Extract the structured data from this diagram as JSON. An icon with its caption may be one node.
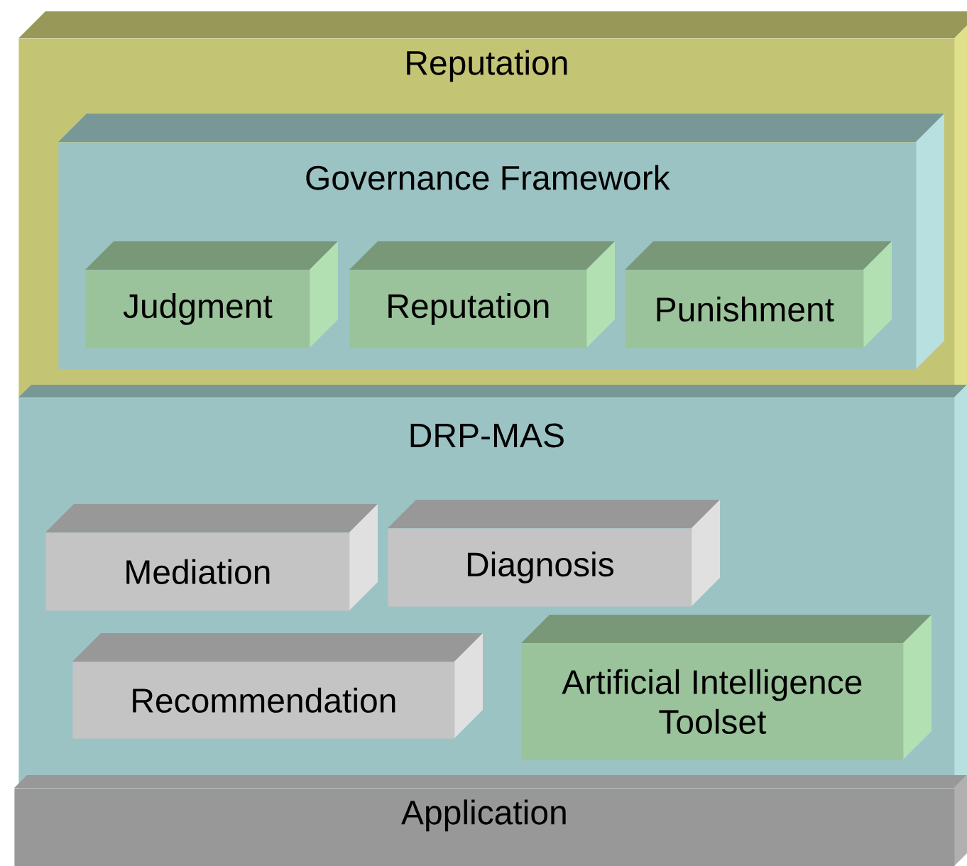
{
  "diagram": {
    "nodes": [
      {
        "text": [
          "Reputation"
        ]
      },
      {
        "text": [
          "Governance Framework"
        ],
        "in": 0
      },
      {
        "text": [
          "Judgment"
        ],
        "in": 1
      },
      {
        "text": [
          "Reputation"
        ],
        "in": 1
      },
      {
        "text": [
          "Punishment"
        ],
        "in": 1
      },
      {
        "text": [
          "DRP-MAS"
        ]
      },
      {
        "text": [
          "Mediation"
        ],
        "in": 5
      },
      {
        "text": [
          "Diagnosis"
        ],
        "in": 5
      },
      {
        "text": [
          "Recommendation"
        ],
        "in": 5
      },
      {
        "text": [
          "Artificial Intelligence Toolset"
        ],
        "in": 5
      },
      {
        "text": [
          "Application"
        ]
      }
    ]
  }
}
